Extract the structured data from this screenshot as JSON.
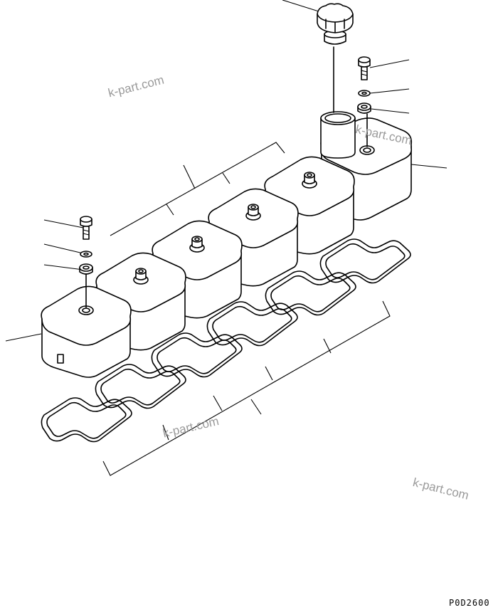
{
  "diagram": {
    "drawing_code": "P0D2600",
    "watermark_text": "k-part.com",
    "line_color": "#000000",
    "watermark_color": "#9a9a9a",
    "parts": [
      "oil-filler-cap",
      "bolt",
      "washer",
      "grommet",
      "oil-filler-tube",
      "cylinder-head-cover",
      "gasket"
    ],
    "cover_count": 6,
    "gasket_count": 6
  }
}
